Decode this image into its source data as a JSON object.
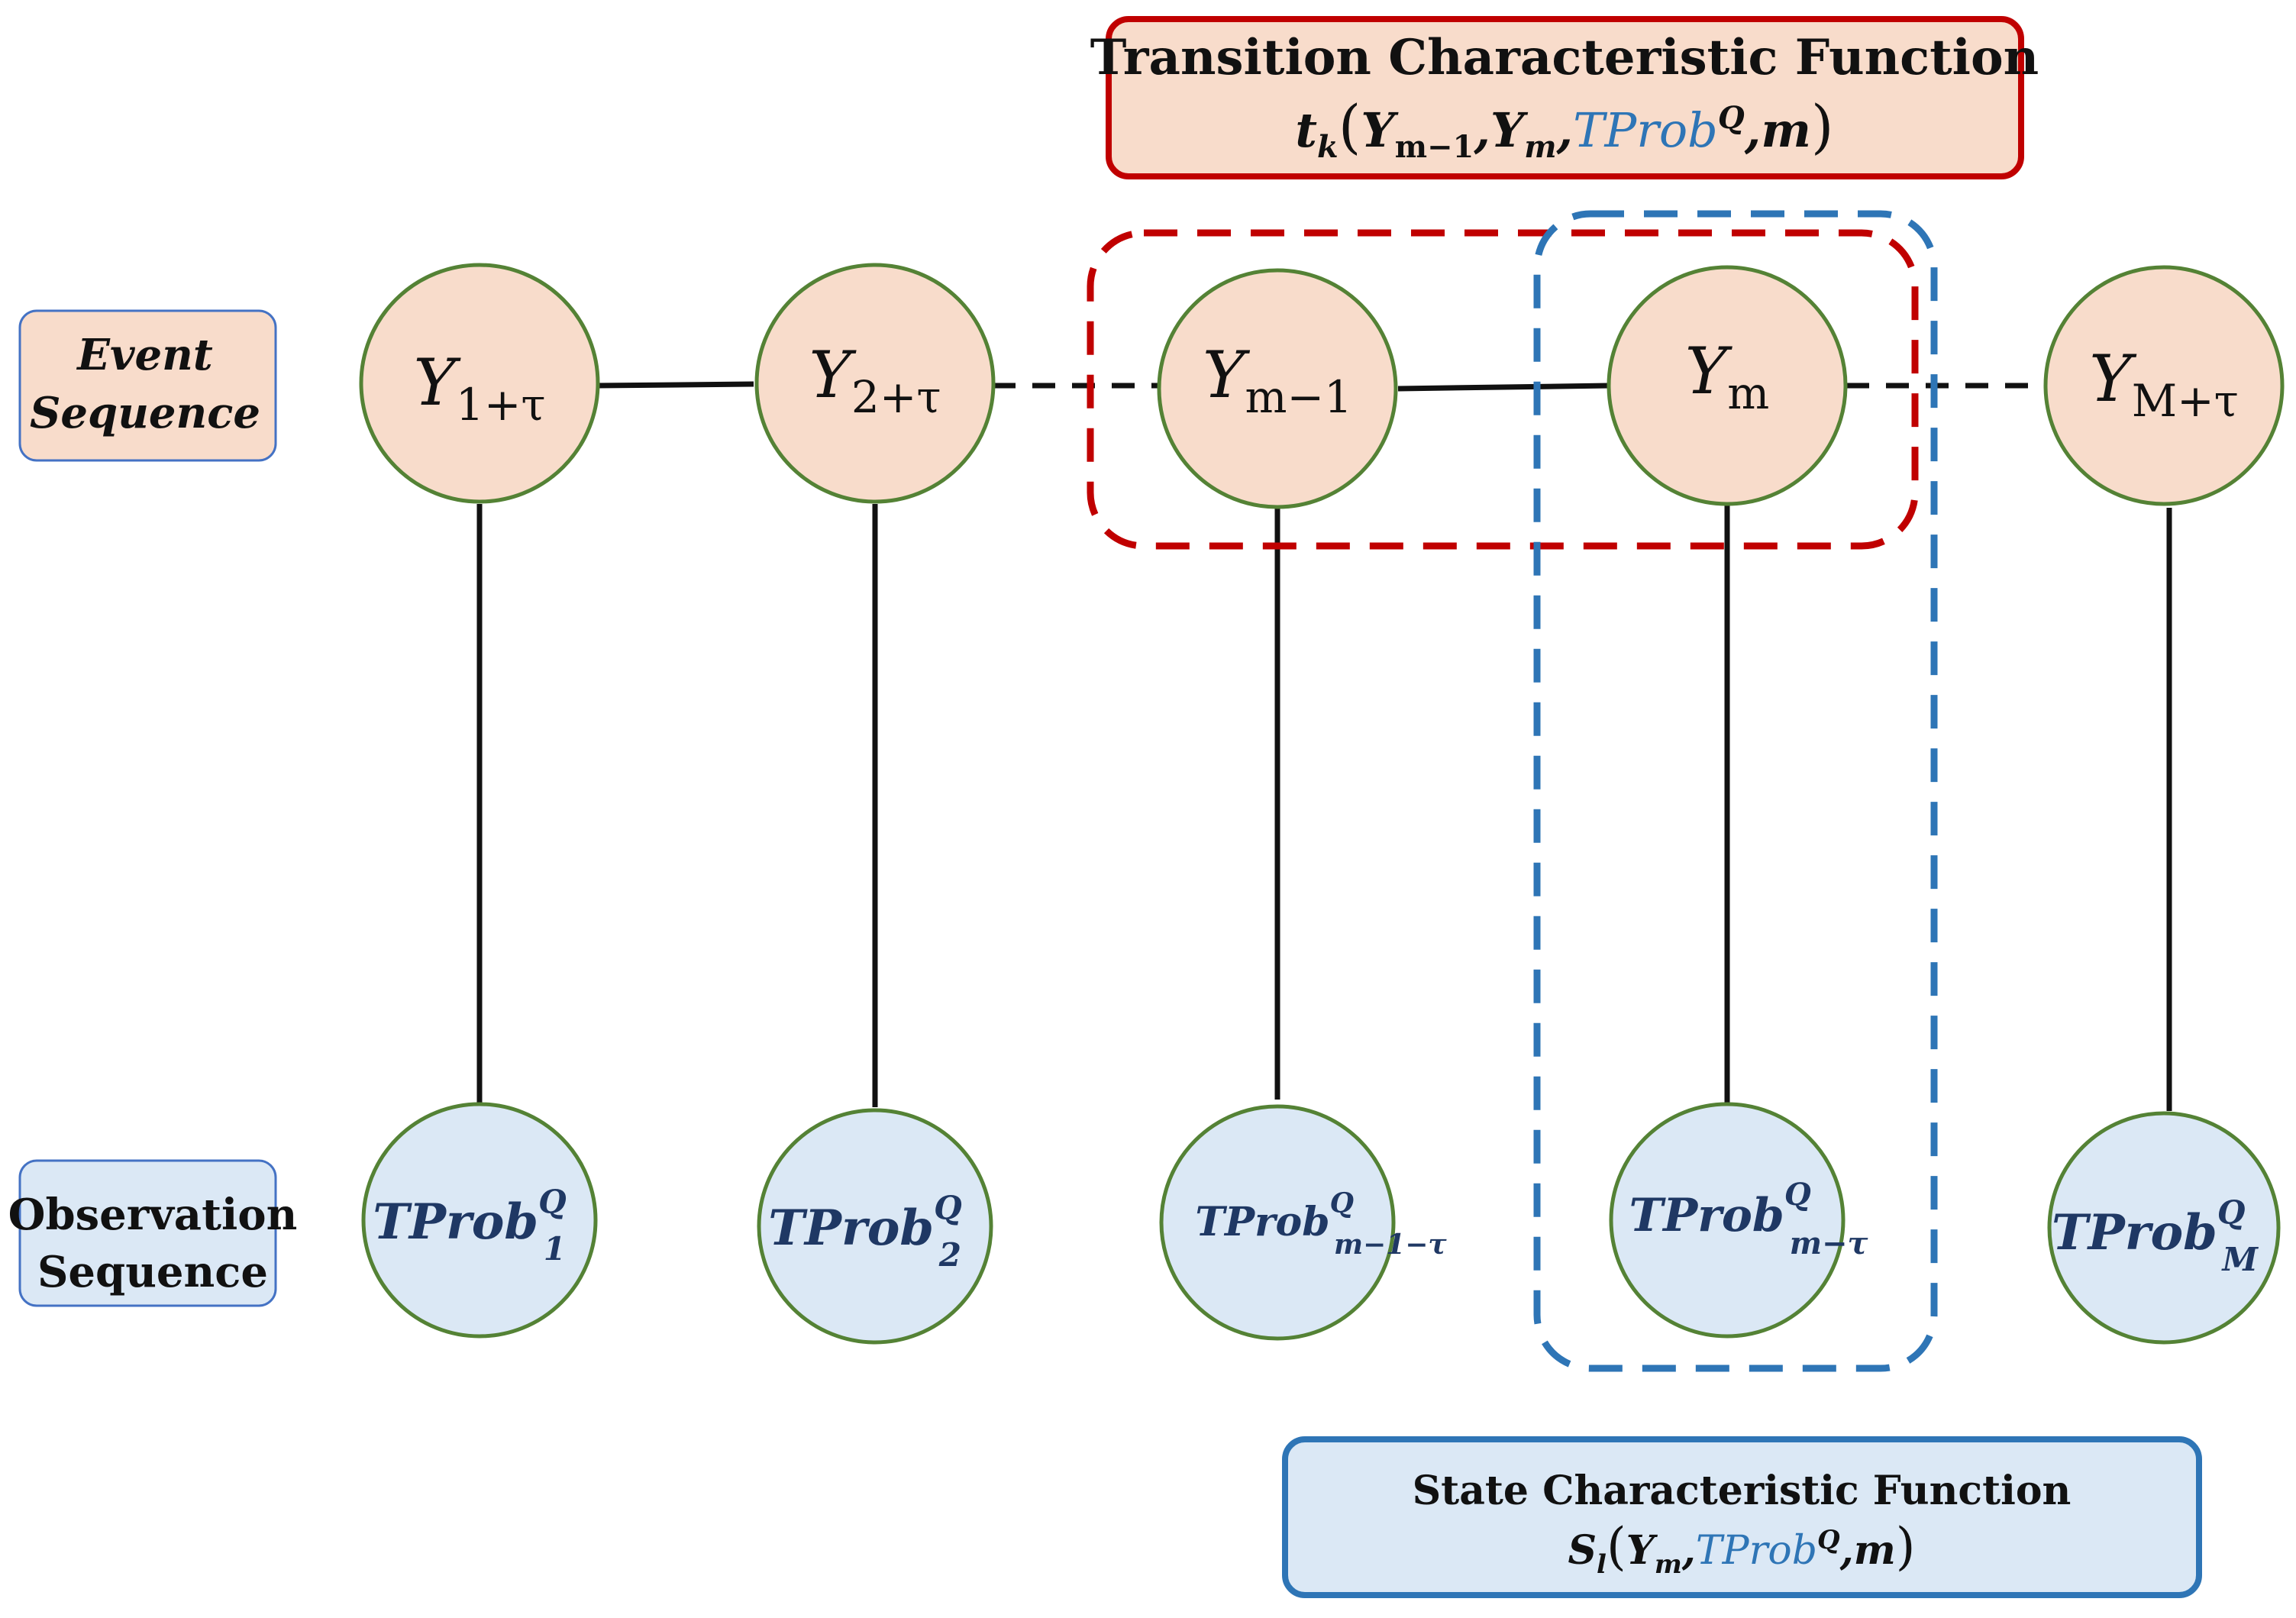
{
  "colors": {
    "event_fill": "#f8dccb",
    "observation_fill": "#dbe8f5",
    "node_stroke": "#548235",
    "red_accent": "#c00000",
    "blue_accent": "#2e75b6",
    "math_blue": "#1f3864",
    "label_event_stroke": "#4472c4"
  },
  "labels": {
    "event_line1": "Event",
    "event_line2": "Sequence",
    "observation_line1": "Observation",
    "observation_line2": "Sequence"
  },
  "transition_box": {
    "title": "Transition Characteristic Function",
    "f": "t",
    "f_sub": "k",
    "open": "(",
    "a1": "Y",
    "a1_sub": "m−1",
    "sep1": ",",
    "a2": "Y",
    "a2_sub": "m",
    "sep2": ",",
    "a3": "TProb",
    "a3_sup": "Q",
    "sep3": ",",
    "a4": "m",
    "close": ")"
  },
  "state_box": {
    "title": "State Characteristic Function",
    "f": "S",
    "f_sub": "l",
    "open": "(",
    "a1": "Y",
    "a1_sub": "m",
    "sep1": ",",
    "a2": "TProb",
    "a2_sup": "Q",
    "sep2": ",",
    "a3": "m",
    "close": ")"
  },
  "event_nodes": [
    {
      "base": "Y",
      "sub": "1+τ"
    },
    {
      "base": "Y",
      "sub": "2+τ"
    },
    {
      "base": "Y",
      "sub": "m−1"
    },
    {
      "base": "Y",
      "sub": "m"
    },
    {
      "base": "Y",
      "sub": "M+τ"
    }
  ],
  "observation_nodes": [
    {
      "base": "TProb",
      "sup": "Q",
      "sub": "1"
    },
    {
      "base": "TProb",
      "sup": "Q",
      "sub": "2"
    },
    {
      "base": "TProb",
      "sup": "Q",
      "sub": "m−1−τ"
    },
    {
      "base": "TProb",
      "sup": "Q",
      "sub": "m−τ"
    },
    {
      "base": "TProb",
      "sup": "Q",
      "sub": "M"
    }
  ]
}
